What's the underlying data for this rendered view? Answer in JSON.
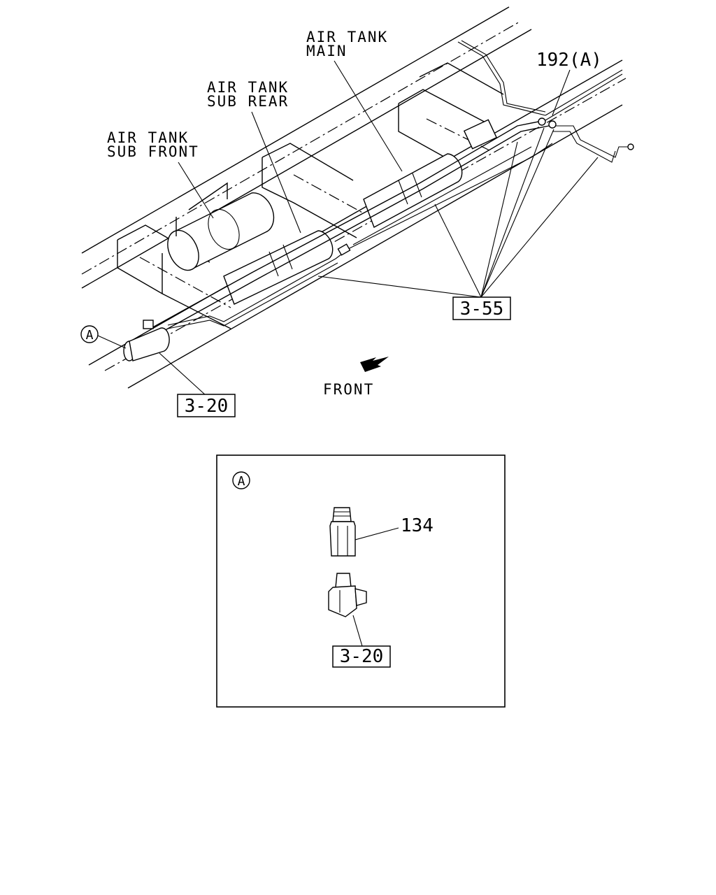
{
  "labels": {
    "air_tank_main": [
      "AIR TANK",
      "MAIN"
    ],
    "air_tank_sub_rear": [
      "AIR TANK",
      "SUB REAR"
    ],
    "air_tank_sub_front": [
      "AIR TANK",
      "SUB FRONT"
    ],
    "part_192": "192(A)",
    "ref_355": "3-55",
    "ref_320_main": "3-20",
    "callout_a": "A",
    "front": "FRONT"
  },
  "detail_a": {
    "callout": "A",
    "part_134": "134",
    "ref_320": "3-20"
  }
}
